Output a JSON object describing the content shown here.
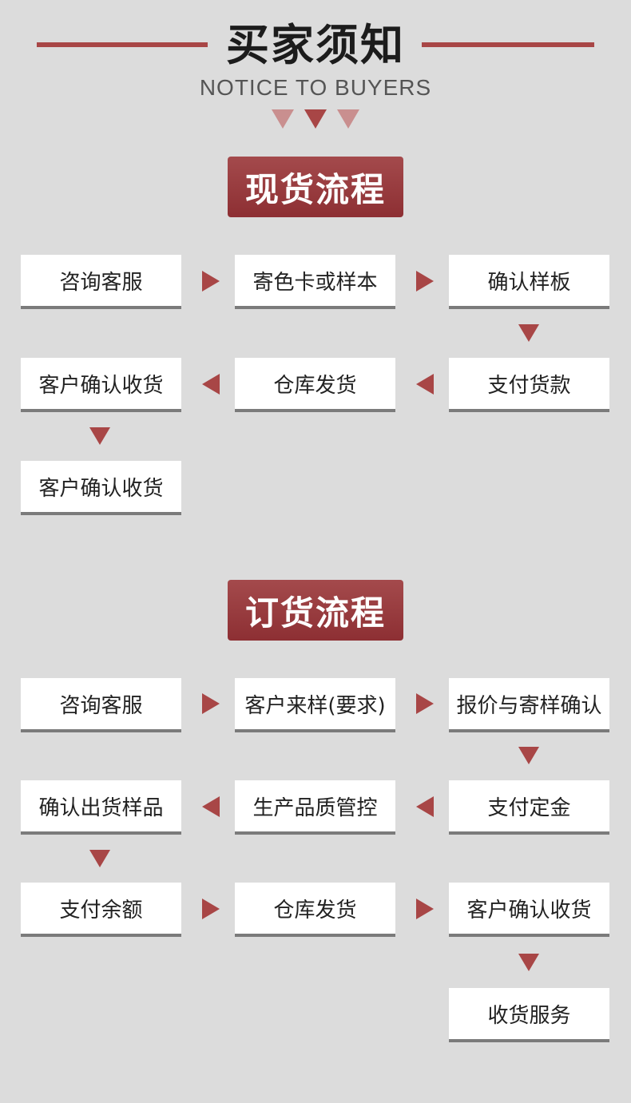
{
  "header": {
    "title": "买家须知",
    "subtitle": "NOTICE TO BUYERS",
    "accent_color": "#a84646"
  },
  "stock_process": {
    "title": "现货流程",
    "steps": [
      "咨询客服",
      "寄色卡或样本",
      "确认样板",
      "支付货款",
      "仓库发货",
      "客户确认收货",
      "客户确认收货"
    ]
  },
  "order_process": {
    "title": "订货流程",
    "steps": [
      "咨询客服",
      "客户来样(要求)",
      "报价与寄样确认",
      "支付定金",
      "生产品质管控",
      "确认出货样品",
      "支付余额",
      "仓库发货",
      "客户确认收货",
      "收货服务"
    ]
  }
}
